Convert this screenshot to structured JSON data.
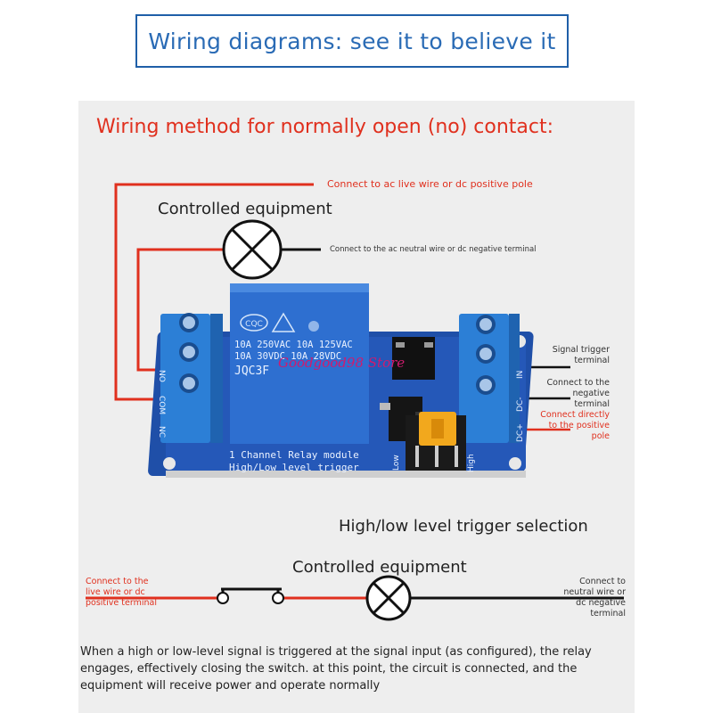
{
  "header": {
    "title": "Wiring diagrams: see it to believe it"
  },
  "section": {
    "title": "Wiring method for normally open (no) contact:"
  },
  "top_diagram": {
    "equipment_label": "Controlled equipment",
    "live_note": "Connect to ac live wire or dc positive pole",
    "neutral_note": "Connect to the ac neutral wire or dc negative terminal"
  },
  "relay": {
    "cert": "CQC",
    "spec_line1": "10A 250VAC 10A 125VAC",
    "spec_line2": "10A  30VDC 10A  28VDC",
    "model": "JQC3F",
    "board_line1": "1 Channel Relay module",
    "board_line2": "High/Low level trigger",
    "left_terminals": [
      "NO",
      "COM",
      "NC"
    ],
    "right_terminals": [
      "IN",
      "DC-",
      "DC+"
    ],
    "jumper_low": "Low",
    "jumper_high": "High",
    "watermark": "Goodgood98 Store"
  },
  "right_notes": {
    "signal": "Signal trigger terminal",
    "negative": "Connect to the negative terminal",
    "positive": "Connect directly to the positive pole"
  },
  "trigger_label": "High/low level trigger selection",
  "bottom_diagram": {
    "equipment_label": "Controlled equipment",
    "left_note": "Connect to the live wire or dc positive terminal",
    "right_note": "Connect to neutral wire or dc negative terminal"
  },
  "description": "When a high or low-level signal is triggered at the signal input (as configured), the relay engages, effectively closing the switch. at this point, the circuit is connected, and the equipment will receive power and operate normally",
  "colors": {
    "header_blue": "#2a6bb5",
    "accent_red": "#e0301e",
    "board_blue": "#1f4fa8",
    "terminal_blue": "#2c7fd6",
    "jumper_yellow": "#f2a81d"
  }
}
